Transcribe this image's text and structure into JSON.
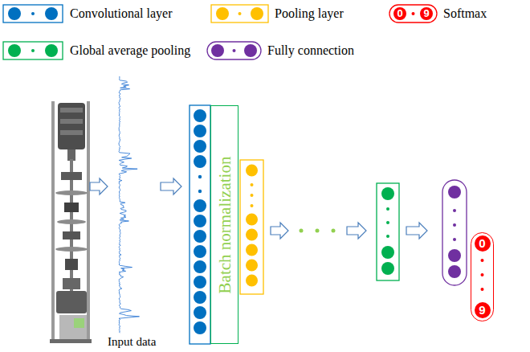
{
  "diagram": {
    "nodes": [
      {
        "text": [
          "Batch normalization"
        ]
      },
      {
        "text": [
          "0",
          "9"
        ]
      }
    ],
    "labels": [
      "0",
      "9",
      "Input data"
    ],
    "legend": [
      {
        "text": "Convolutional layer",
        "color": "#0070c0"
      },
      {
        "text": "Pooling layer",
        "color": "#ffc000"
      },
      {
        "text": "Softmax",
        "color": "#ff0000"
      },
      {
        "text": "Global average pooling",
        "color": "#00b050"
      },
      {
        "text": "Fully connection",
        "color": "#7030a0"
      }
    ]
  }
}
